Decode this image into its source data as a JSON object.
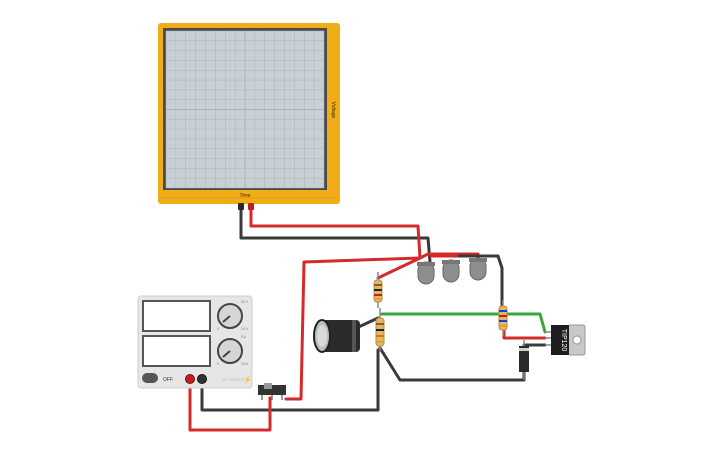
{
  "oscilloscope": {
    "x_axis_label": "Time",
    "y_axis_label": "Voltage",
    "frame_color": "#f0ad17",
    "screen_color": "#c9d0d5",
    "grid_color": "#aab3ba"
  },
  "power_supply": {
    "power_label": "OFF",
    "knob1_min": "0",
    "knob1_max": "10 V",
    "knob1_high": "30 V",
    "knob2_min": "0",
    "knob2_max": "10 A",
    "knob2_high": "5 A",
    "brand_label": "DC POWER",
    "body_color": "#e6e6e6"
  },
  "transistor": {
    "label": "TIP120"
  },
  "wire_colors": {
    "red": "#d42a2a",
    "black": "#3a3a3a",
    "green": "#3aa63a"
  }
}
